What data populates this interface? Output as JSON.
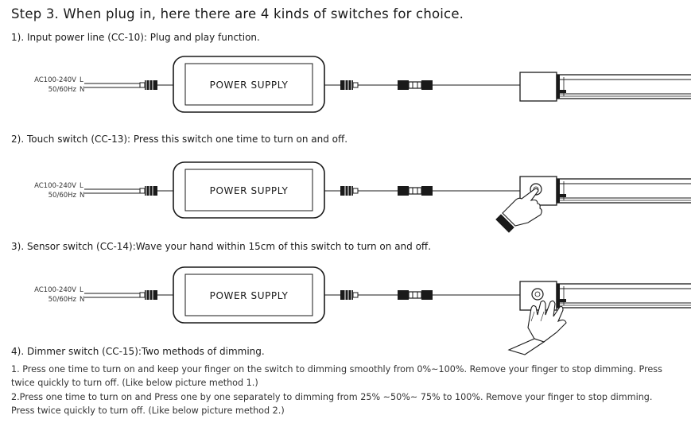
{
  "heading": "Step 3. When plug in, here there are 4 kinds of switches for choice.",
  "sections": [
    {
      "title": "1). Input  power  line (CC-10): Plug and play function."
    },
    {
      "title": "2). Touch switch (CC-13): Press this switch one time to turn on and off."
    },
    {
      "title": "3). Sensor switch (CC-14):Wave your hand within 15cm of this switch to turn on and off."
    },
    {
      "title": "4). Dimmer switch (CC-15):Two methods of dimming."
    }
  ],
  "methods": {
    "m1_line1": "1. Press one time to turn on and keep your finger on the switch to dimming smoothly from 0%~100%. Remove your finger to stop dimming. Press",
    "m1_line2": "twice quickly to turn off. (Like below picture method 1.)",
    "m2_line1": "2.Press one time to turn on and Press one by one separately to dimming from 25% ~50%~ 75% to 100%. Remove your finger to stop dimming.",
    "m2_line2": "Press twice quickly to turn off. (Like below picture method 2.)"
  },
  "diagram": {
    "input_voltage": "AC100-240V",
    "input_freq": "50/60Hz",
    "line_label": "L",
    "neutral_label": "N",
    "psu_label": "POWER SUPPLY"
  }
}
